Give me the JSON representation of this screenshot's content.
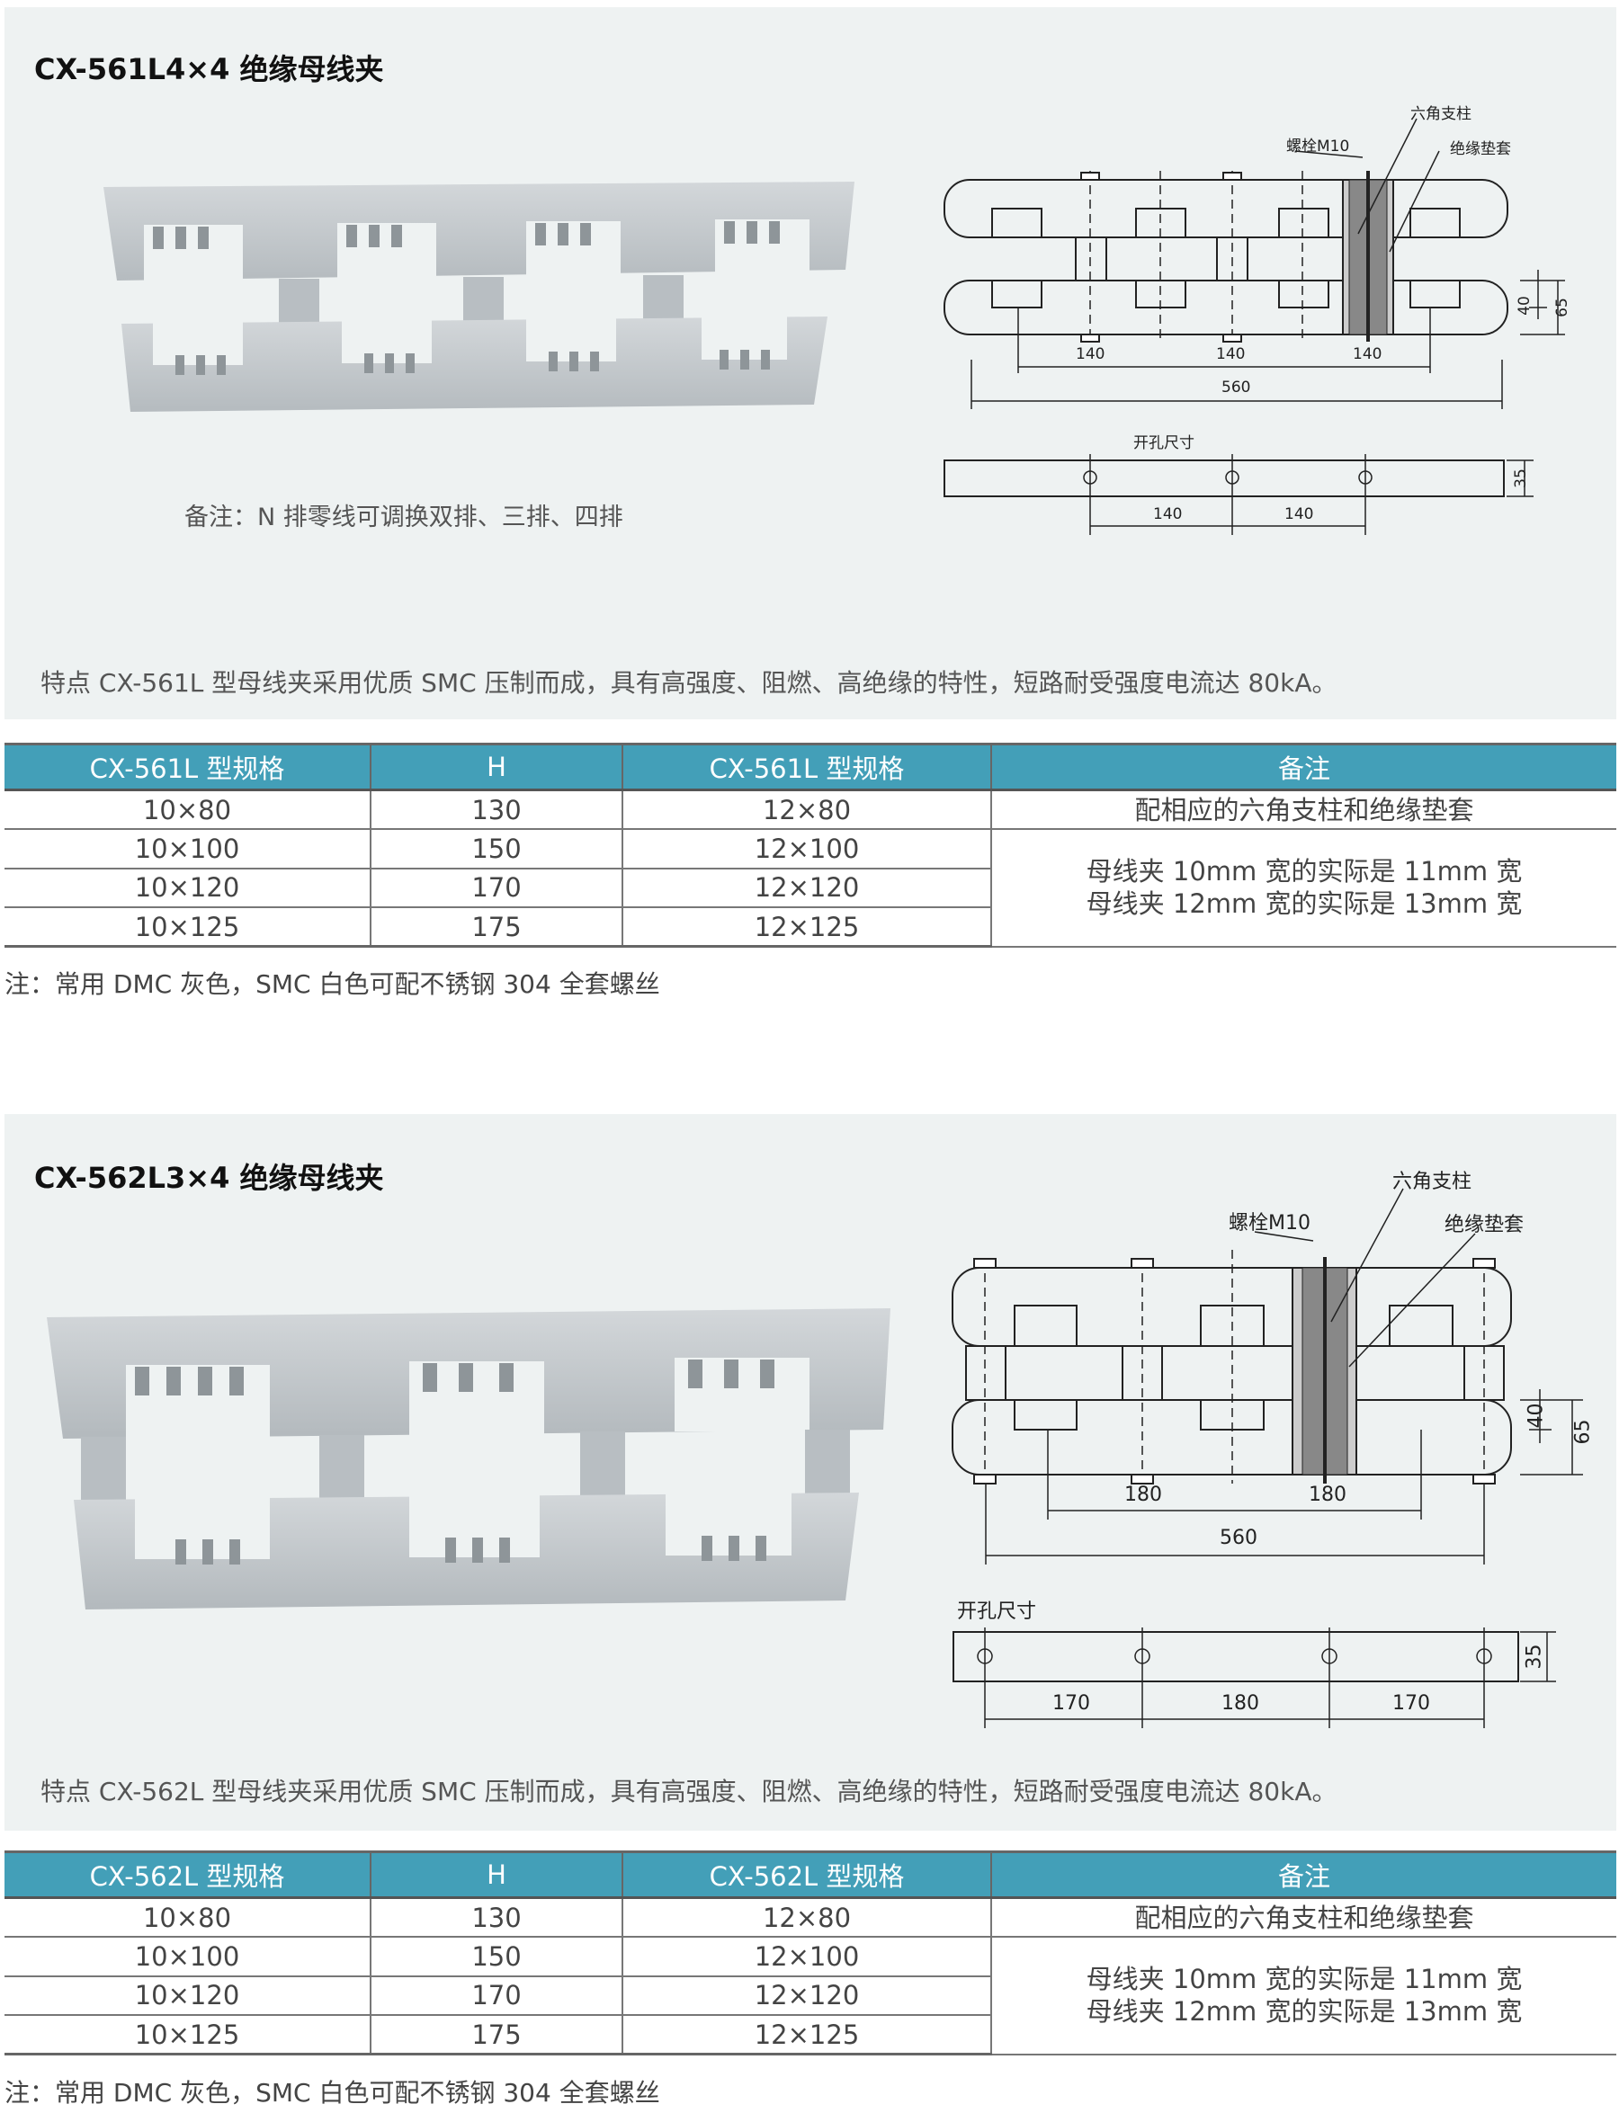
{
  "section1": {
    "title": "CX-561L4×4 绝缘母线夹",
    "remark": "备注：N 排零线可调换双排、三排、四排",
    "feature": "特点 CX-561L 型母线夹采用优质 SMC 压制而成，具有高强度、阻燃、高绝缘的特性，短路耐受强度电流达 80kA。",
    "diagram": {
      "hex_post": "六角支柱",
      "bolt": "螺栓M10",
      "insulating_sleeve": "绝缘垫套",
      "pitch": [
        "140",
        "140",
        "140"
      ],
      "overall": "560",
      "h_inner": "40",
      "h_outer": "65",
      "hole_label": "开孔尺寸",
      "hole_width": "35",
      "hole_pitch": [
        "140",
        "140"
      ]
    },
    "table": {
      "headers": [
        "CX-561L 型规格",
        "H",
        "CX-561L 型规格",
        "备注"
      ],
      "rows": [
        [
          "10×80",
          "130",
          "12×80"
        ],
        [
          "10×100",
          "150",
          "12×100"
        ],
        [
          "10×120",
          "170",
          "12×120"
        ],
        [
          "10×125",
          "175",
          "12×125"
        ]
      ],
      "remark_1": "配相应的六角支柱和绝缘垫套",
      "remark_2a": "母线夹 10mm 宽的实际是 11mm 宽",
      "remark_2b": "母线夹 12mm 宽的实际是 13mm 宽"
    },
    "footnote": "注：常用 DMC 灰色，SMC 白色可配不锈钢 304 全套螺丝"
  },
  "section2": {
    "title": "CX-562L3×4 绝缘母线夹",
    "feature": "特点 CX-562L 型母线夹采用优质 SMC 压制而成，具有高强度、阻燃、高绝缘的特性，短路耐受强度电流达 80kA。",
    "diagram": {
      "hex_post": "六角支柱",
      "bolt": "螺栓M10",
      "insulating_sleeve": "绝缘垫套",
      "pitch": [
        "180",
        "180"
      ],
      "overall": "560",
      "h_inner": "40",
      "h_outer": "65",
      "hole_label": "开孔尺寸",
      "hole_width": "35",
      "hole_pitch": [
        "170",
        "180",
        "170"
      ]
    },
    "table": {
      "headers": [
        "CX-562L 型规格",
        "H",
        "CX-562L 型规格",
        "备注"
      ],
      "rows": [
        [
          "10×80",
          "130",
          "12×80"
        ],
        [
          "10×100",
          "150",
          "12×100"
        ],
        [
          "10×120",
          "170",
          "12×120"
        ],
        [
          "10×125",
          "175",
          "12×125"
        ]
      ],
      "remark_1": "配相应的六角支柱和绝缘垫套",
      "remark_2a": "母线夹 10mm 宽的实际是 11mm 宽",
      "remark_2b": "母线夹 12mm 宽的实际是 13mm 宽"
    },
    "footnote": "注：常用 DMC 灰色，SMC 白色可配不锈钢 304 全套螺丝"
  },
  "colors": {
    "header": "#439fb8",
    "panel": "#eef2f2",
    "product": "#c3c8cb"
  }
}
